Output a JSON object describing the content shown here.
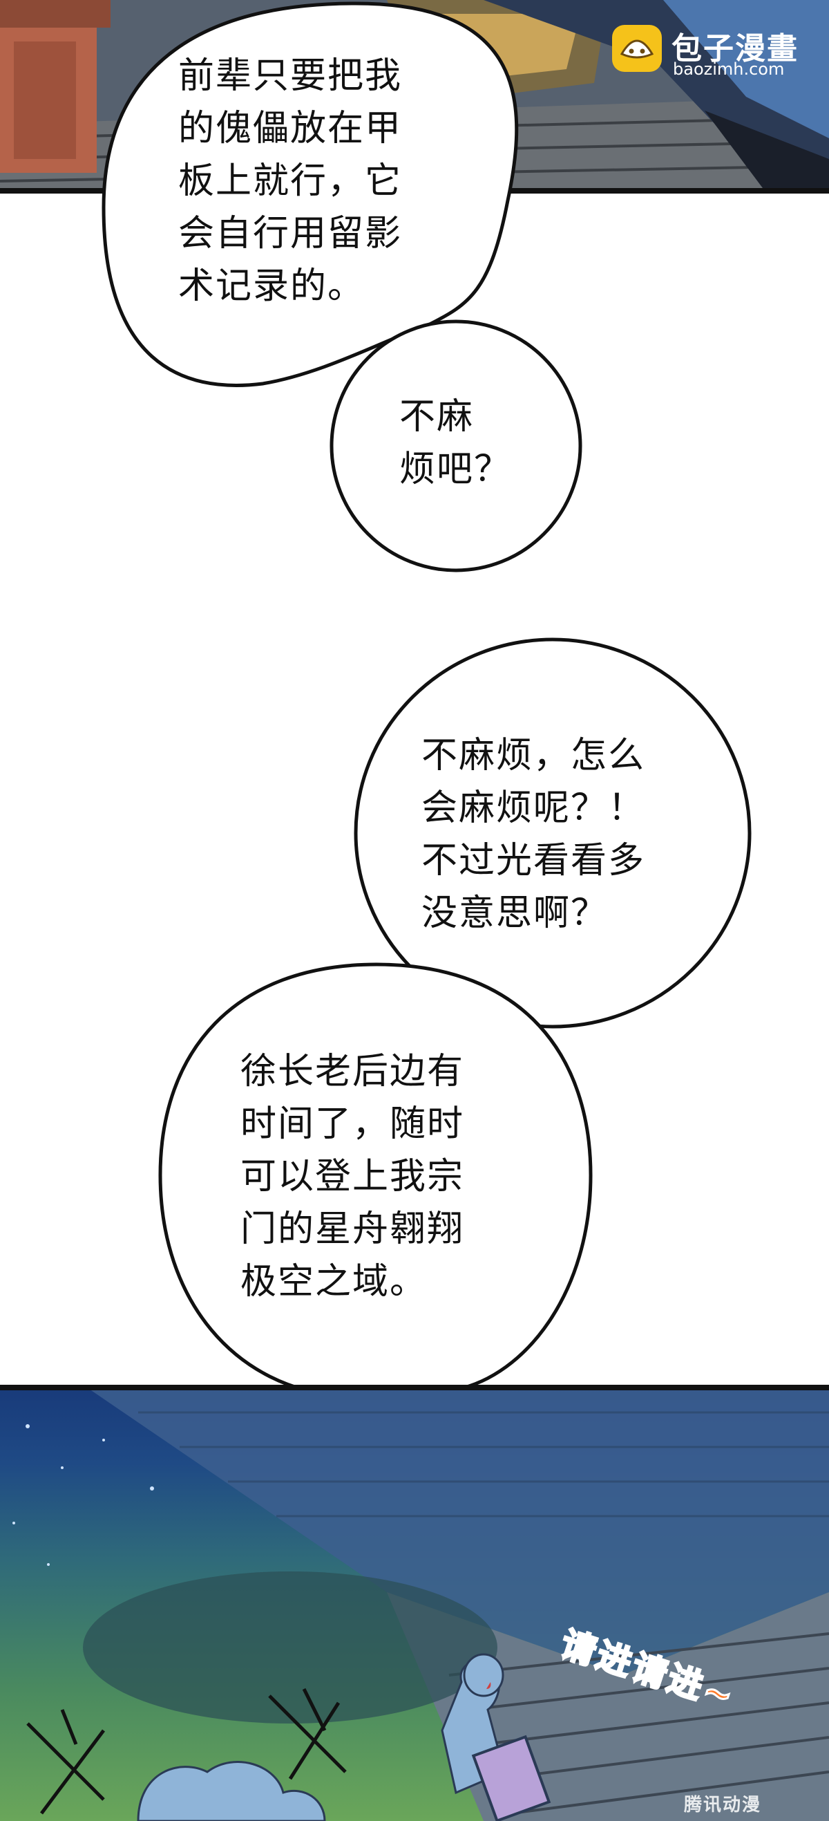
{
  "watermark": {
    "title": "包子漫畫",
    "url": "baozimh.com",
    "icon": "bun-mascot-icon"
  },
  "bubbles": [
    {
      "text": "前辈只要把我\n的傀儡放在甲\n板上就行，它\n会自行用留影\n术记录的。"
    },
    {
      "text": "不麻\n烦吧？"
    },
    {
      "text": "不麻烦，怎么\n会麻烦呢？！\n不过光看看多\n没意思啊？"
    },
    {
      "text": "徐长老后边有\n时间了，随时\n可以登上我宗\n门的星舟翱翔\n极空之域。"
    }
  ],
  "sound_effect": "请进请进~",
  "corner_stamp": "腾讯动漫",
  "colors": {
    "bubble_fill": "#ffffff",
    "bubble_stroke": "#111111",
    "sfx": "#ff7b2a",
    "figure": "#8fb4d8"
  }
}
